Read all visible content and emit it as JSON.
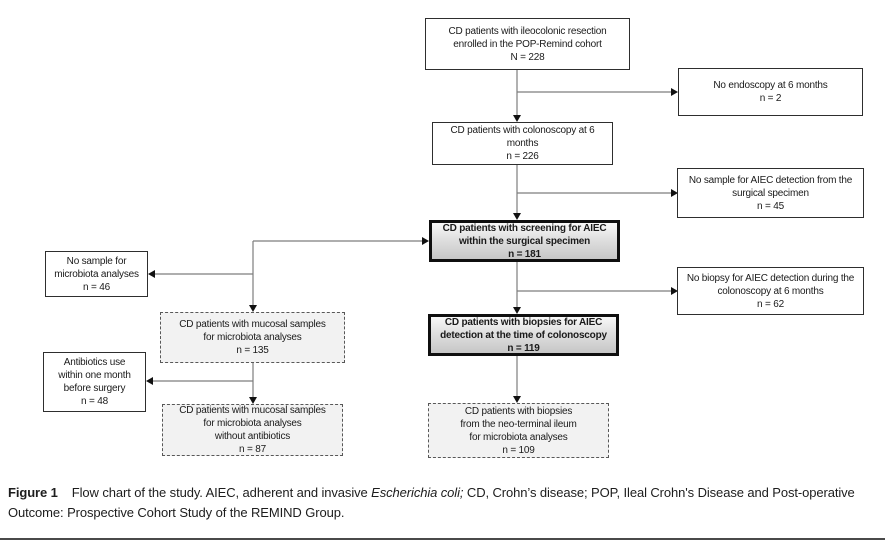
{
  "figure": {
    "caption": {
      "label": "Figure 1",
      "part1": "Flow chart of the study. AIEC, adherent and invasive ",
      "italic": "Escherichia coli;",
      "part2": " CD, Crohn’s disease; POP, Ileal Crohn's Disease and Post-operative",
      "line2": "Outcome: Prospective Cohort Study of the REMIND Group."
    },
    "colors": {
      "box_border": "#2e2e2e",
      "bold_box_border": "#0f0f0f",
      "bold_box_fill_top": "#f8f8f8",
      "bold_box_fill_bottom": "#c6c6c6",
      "dashed_box_fill": "#f2f2f2",
      "connector_line": "#7d7d7d",
      "arrowhead": "#111111"
    }
  },
  "flowchart": {
    "boxes": {
      "enrolled": {
        "lines": [
          "CD patients with ileocolonic resection",
          "enrolled in the POP-Remind cohort",
          "N = 228"
        ]
      },
      "no_endoscopy": {
        "lines": [
          "No endoscopy at 6 months",
          "n = 2"
        ]
      },
      "colonoscopy": {
        "lines": [
          "CD patients with colonoscopy at 6",
          "months",
          "n = 226"
        ]
      },
      "no_sample_aiec": {
        "lines": [
          "No sample for AIEC detection from the",
          "surgical specimen",
          "n = 45"
        ]
      },
      "screening": {
        "lines": [
          "CD patients with screening for AIEC",
          "within the surgical specimen",
          "n = 181"
        ]
      },
      "no_biopsy": {
        "lines": [
          "No biopsy for AIEC detection during the",
          "colonoscopy at 6 months",
          "n = 62"
        ]
      },
      "biopsies": {
        "lines": [
          "CD patients with biopsies for AIEC",
          "detection at the time of colonoscopy",
          "n = 119"
        ]
      },
      "neo_terminal": {
        "lines": [
          "CD patients with biopsies",
          "from the neo-terminal ileum",
          "for microbiota analyses",
          "n = 109"
        ]
      },
      "no_sample_microbiota": {
        "lines": [
          "No sample for",
          "microbiota analyses",
          "n = 46"
        ]
      },
      "mucosal_135": {
        "lines": [
          "CD patients with mucosal samples",
          "for microbiota analyses",
          "n = 135"
        ]
      },
      "antibiotics": {
        "lines": [
          "Antibiotics use",
          "within one month",
          "before surgery",
          "n = 48"
        ]
      },
      "mucosal_87": {
        "lines": [
          "CD patients with mucosal samples",
          "for microbiota analyses",
          "without antibiotics",
          "n = 87"
        ]
      }
    }
  }
}
